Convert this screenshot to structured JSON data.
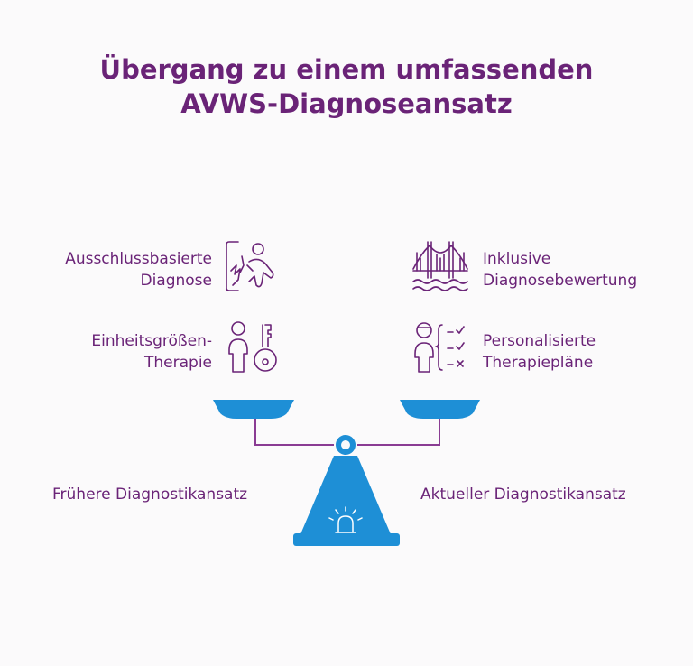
{
  "title": {
    "line1": "Übergang zu einem umfassenden",
    "line2": "AVWS-Diagnoseansatz"
  },
  "left": {
    "items": [
      {
        "line1": "Ausschlussbasierte",
        "line2": "Diagnose",
        "icon": "exclusion-diagnosis-icon"
      },
      {
        "line1": "Einheitsgrößen-",
        "line2": "Therapie",
        "icon": "person-key-icon"
      }
    ],
    "caption": "Frühere Diagnostikansatz"
  },
  "right": {
    "items": [
      {
        "line1": "Inklusive",
        "line2": "Diagnosebewertung",
        "icon": "bridge-icon"
      },
      {
        "line1": "Personalisierte",
        "line2": "Therapiepläne",
        "icon": "person-checklist-icon"
      }
    ],
    "caption": "Aktueller Diagnostikansatz"
  },
  "colors": {
    "title": "#6a2377",
    "text": "#6a2377",
    "scale": "#1e8fd6",
    "icon": "#6a2377"
  }
}
